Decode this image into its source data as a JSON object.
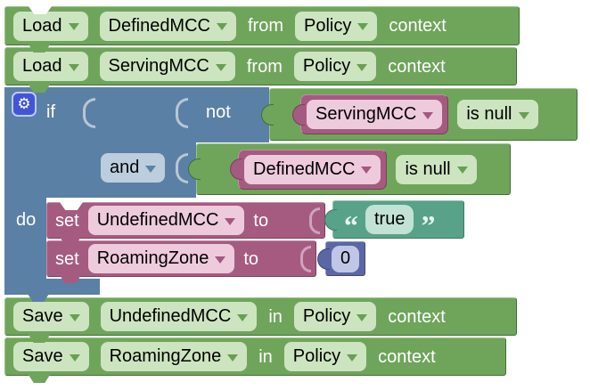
{
  "workspace": {
    "background": "#ffffff"
  },
  "palette": {
    "block_green": "#6fa55b",
    "block_blue": "#5b80a5",
    "block_magenta": "#a55b80",
    "block_teal": "#57a289",
    "block_number_blue": "#5b67a5",
    "field_green": "#cde4c0",
    "field_pink": "#eecadd",
    "field_blue": "#bccedd",
    "field_teal": "#c2e2d5",
    "field_number": "#c0c7e6",
    "gear_button_blue": "#4156d6",
    "label_text": "#ffffff",
    "field_text": "#000000"
  },
  "icons": {
    "gear": "⚙"
  },
  "blocks": {
    "load_defined": {
      "action": "Load",
      "variable": "DefinedMCC",
      "preposition": "from",
      "store": "Policy",
      "suffix": "context"
    },
    "load_serving": {
      "action": "Load",
      "variable": "ServingMCC",
      "preposition": "from",
      "store": "Policy",
      "suffix": "context"
    },
    "if": {
      "if_label": "if",
      "not_label": "not",
      "and_label": "and",
      "do_label": "do",
      "cond_serving": {
        "variable": "ServingMCC",
        "operator": "is null"
      },
      "cond_defined": {
        "variable": "DefinedMCC",
        "operator": "is null"
      },
      "set_undefined": {
        "keyword": "set",
        "variable": "UndefinedMCC",
        "to": "to",
        "value": "true",
        "open_quote": "“",
        "close_quote": "”"
      },
      "set_roaming": {
        "keyword": "set",
        "variable": "RoamingZone",
        "to": "to",
        "value": "0"
      }
    },
    "save_undefined": {
      "action": "Save",
      "variable": "UndefinedMCC",
      "preposition": "in",
      "store": "Policy",
      "suffix": "context"
    },
    "save_roaming": {
      "action": "Save",
      "variable": "RoamingZone",
      "preposition": "in",
      "store": "Policy",
      "suffix": "context"
    }
  }
}
